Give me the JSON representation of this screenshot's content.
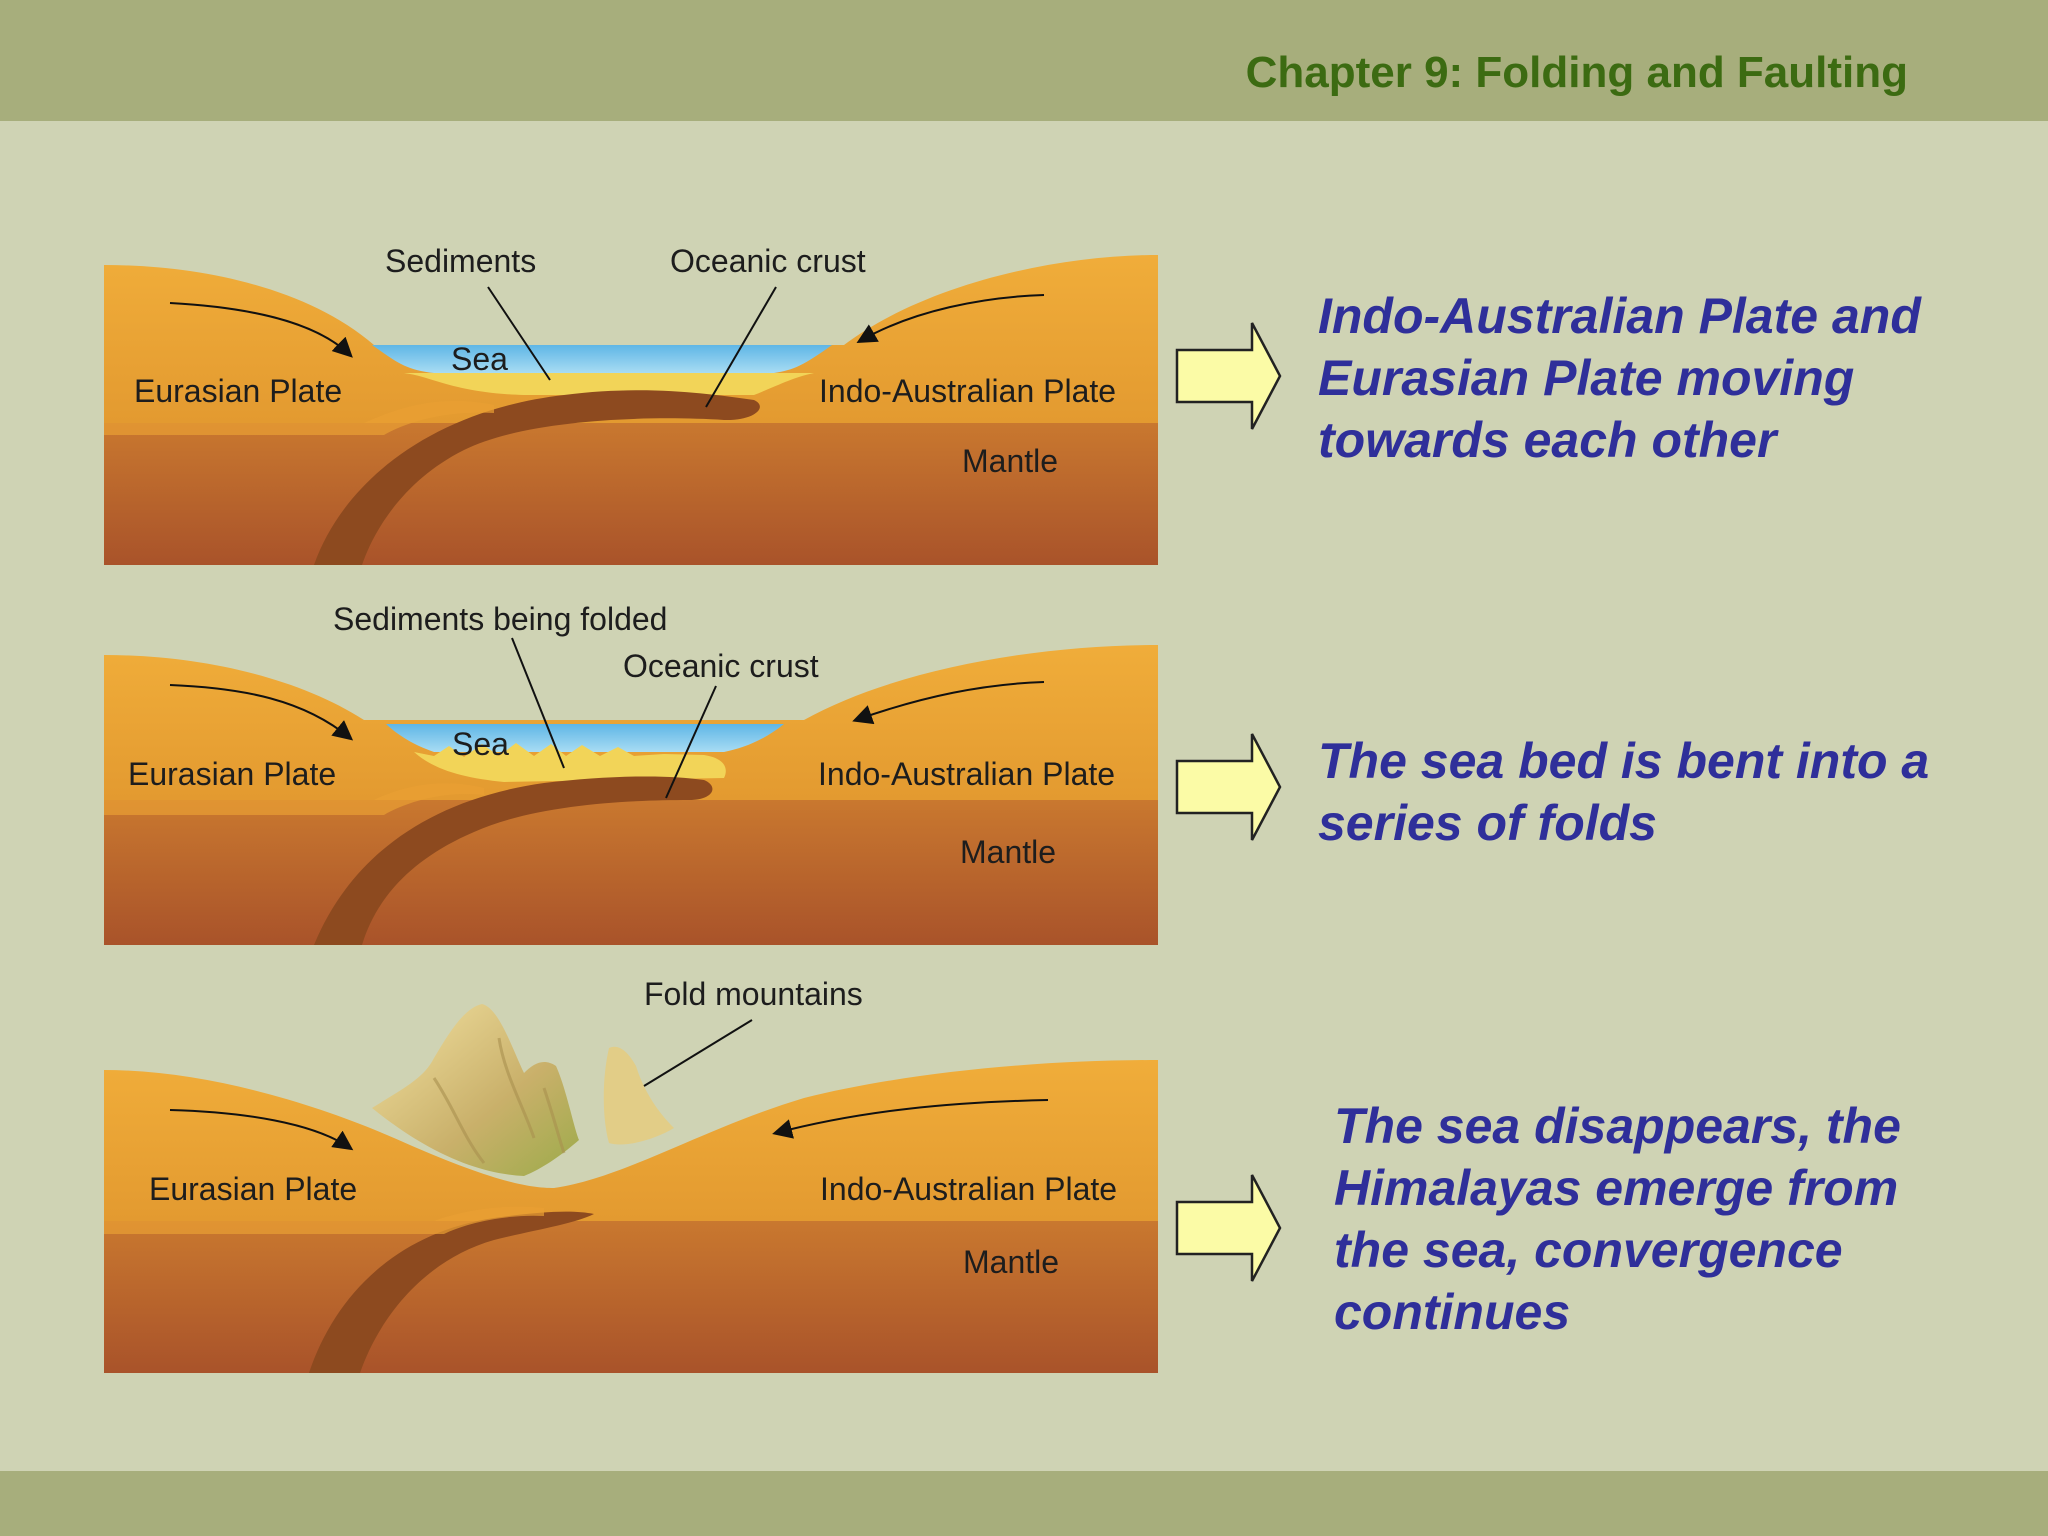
{
  "header": {
    "chapter_title": "Chapter 9: Folding and Faulting"
  },
  "colors": {
    "header_bar": "#a7ae7c",
    "background": "#cfd3b4",
    "title_green": "#3c6b12",
    "caption_blue": "#2f2f9a",
    "plate_orange": "#eba43a",
    "mantle": "#b9662e",
    "sea_blue": "#7cc4ea",
    "sediment_yellow": "#f2d458",
    "arrow_fill": "#fbfba6"
  },
  "stages": [
    {
      "labels": {
        "sediments": "Sediments",
        "oceanic_crust": "Oceanic crust",
        "sea": "Sea",
        "eurasian_plate": "Eurasian Plate",
        "indo_australian_plate": "Indo-Australian Plate",
        "mantle": "Mantle"
      },
      "description_lines": [
        "Indo-Australian Plate and",
        "Eurasian Plate moving",
        "towards each other"
      ]
    },
    {
      "labels": {
        "sediments_being_folded": "Sediments being folded",
        "oceanic_crust": "Oceanic crust",
        "sea": "Sea",
        "eurasian_plate": "Eurasian Plate",
        "indo_australian_plate": "Indo-Australian Plate",
        "mantle": "Mantle"
      },
      "description_lines": [
        "The sea bed is bent into a",
        "series of folds"
      ]
    },
    {
      "labels": {
        "fold_mountains": "Fold mountains",
        "eurasian_plate": "Eurasian Plate",
        "indo_australian_plate": "Indo-Australian Plate",
        "mantle": "Mantle"
      },
      "description_lines": [
        "The sea disappears, the",
        "Himalayas emerge from",
        "the sea, convergence",
        "continues"
      ]
    }
  ]
}
